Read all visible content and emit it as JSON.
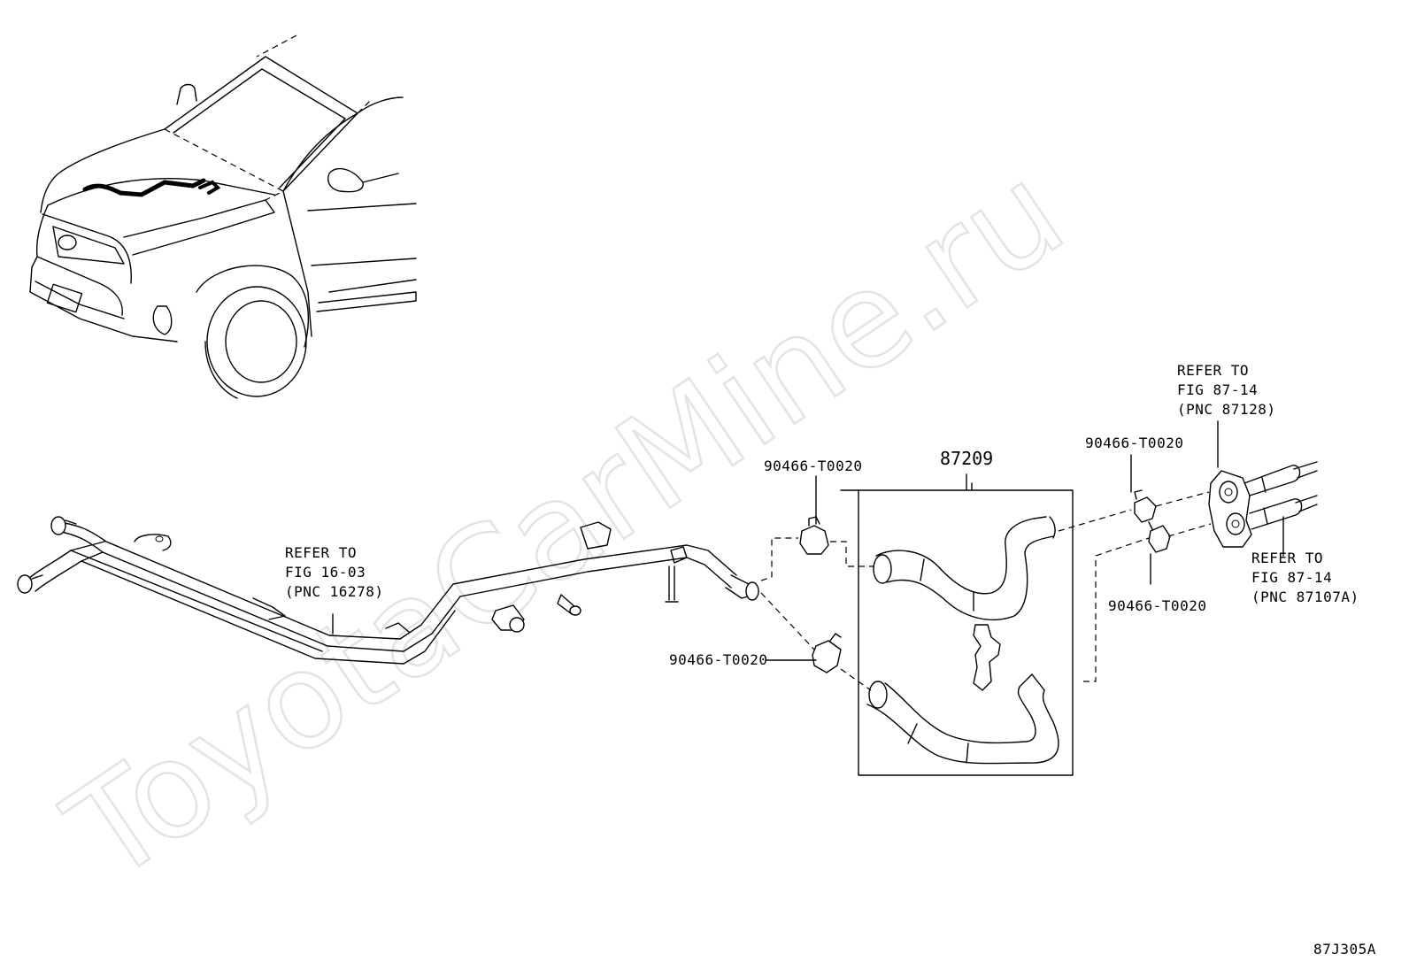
{
  "watermark": "ToyotaCarMine.ru",
  "figure_code": "87J305A",
  "kit": {
    "part_no": "87209"
  },
  "clamps": [
    {
      "part_no": "90466-T0020"
    },
    {
      "part_no": "90466-T0020"
    },
    {
      "part_no": "90466-T0020"
    },
    {
      "part_no": "90466-T0020"
    }
  ],
  "references": {
    "pipe": [
      "REFER TO",
      "FIG 16-03",
      "(PNC 16278)"
    ],
    "heater_upper": [
      "REFER TO",
      "FIG 87-14",
      "(PNC 87128)"
    ],
    "heater_lower": [
      "REFER TO",
      "FIG 87-14",
      "(PNC 87107A)"
    ]
  },
  "colors": {
    "line": "#000000",
    "background": "#ffffff",
    "watermark": "#e3e3e3"
  }
}
